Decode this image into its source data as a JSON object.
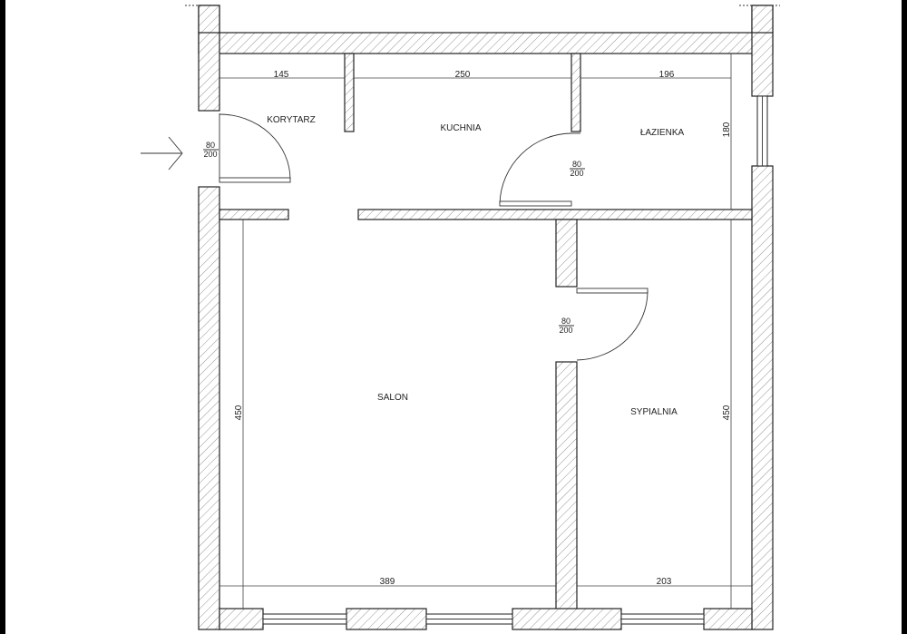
{
  "rooms": {
    "korytarz": "KORYTARZ",
    "kuchnia": "KUCHNIA",
    "lazienka": "ŁAZIENKA",
    "salon": "SALON",
    "sypialnia": "SYPIALNIA"
  },
  "dimensions": {
    "korytarz_width": "145",
    "kuchnia_width": "250",
    "lazienka_width": "196",
    "lazienka_height": "180",
    "salon_height": "450",
    "salon_width": "389",
    "sypialnia_height": "450",
    "sypialnia_width": "203"
  },
  "doors": {
    "entrance": {
      "width": "80",
      "height": "200"
    },
    "bathroom": {
      "width": "80",
      "height": "200"
    },
    "bedroom": {
      "width": "80",
      "height": "200"
    }
  }
}
